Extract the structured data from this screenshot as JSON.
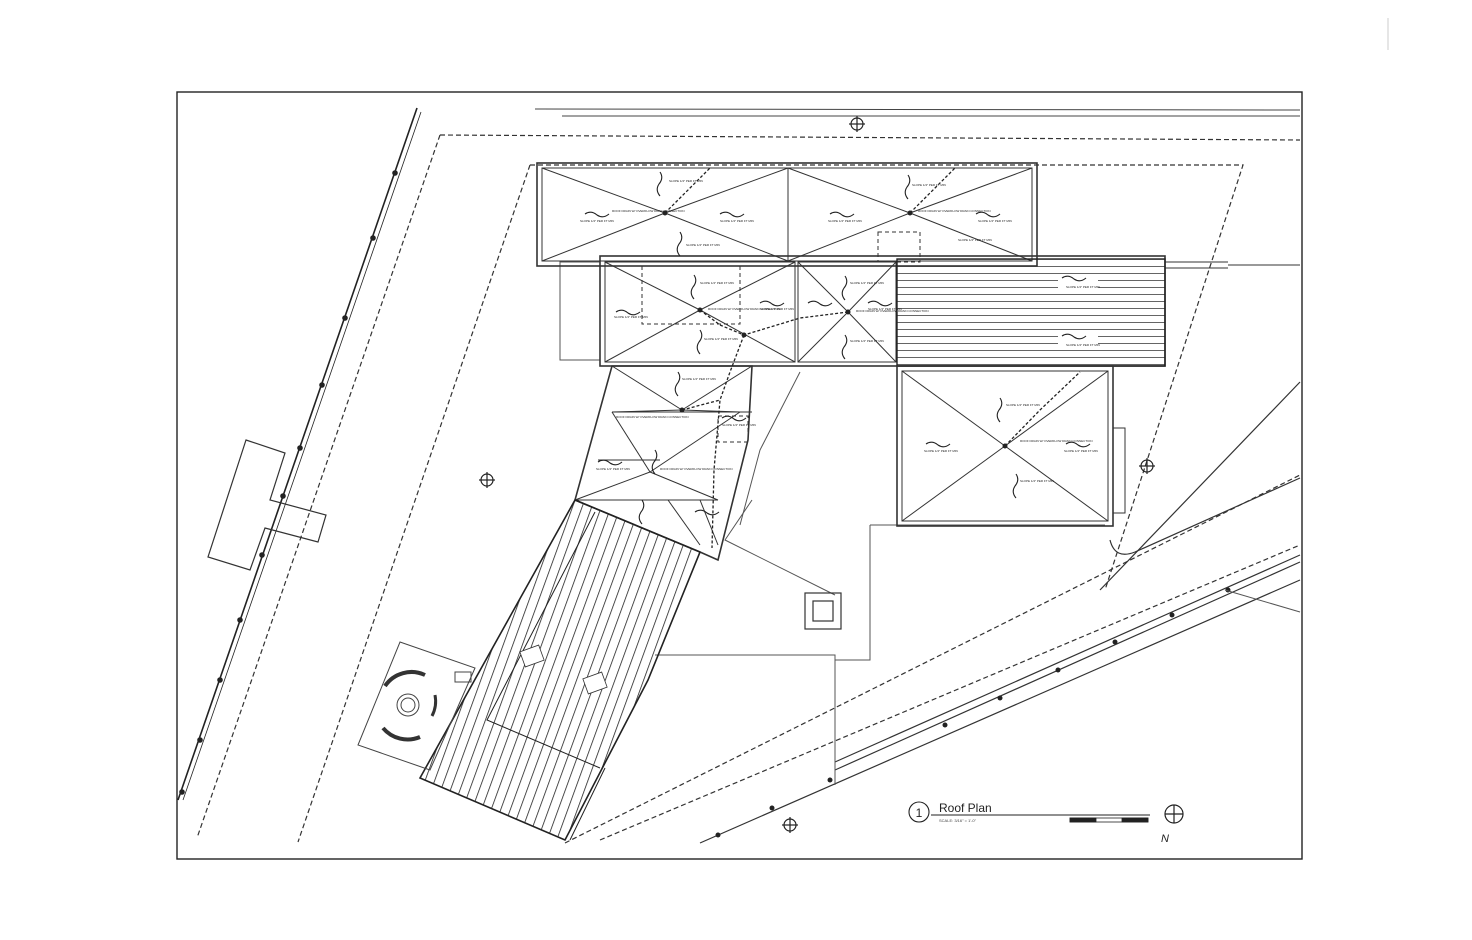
{
  "drawing": {
    "title": "Roof Plan",
    "number": "1",
    "scale_note": "SCALE: 3/16\" = 1'-0\"",
    "north_label": "N"
  },
  "annotations": {
    "slope_note": "SLOPE 1/4\" PER FT MIN",
    "drain_note": "ROOF DRAIN W/ OVERFLOW DRAIN CONNECTION"
  },
  "colors": {
    "line": "#2a2a2a",
    "light_line": "#8a8a8a",
    "paper": "#ffffff"
  }
}
